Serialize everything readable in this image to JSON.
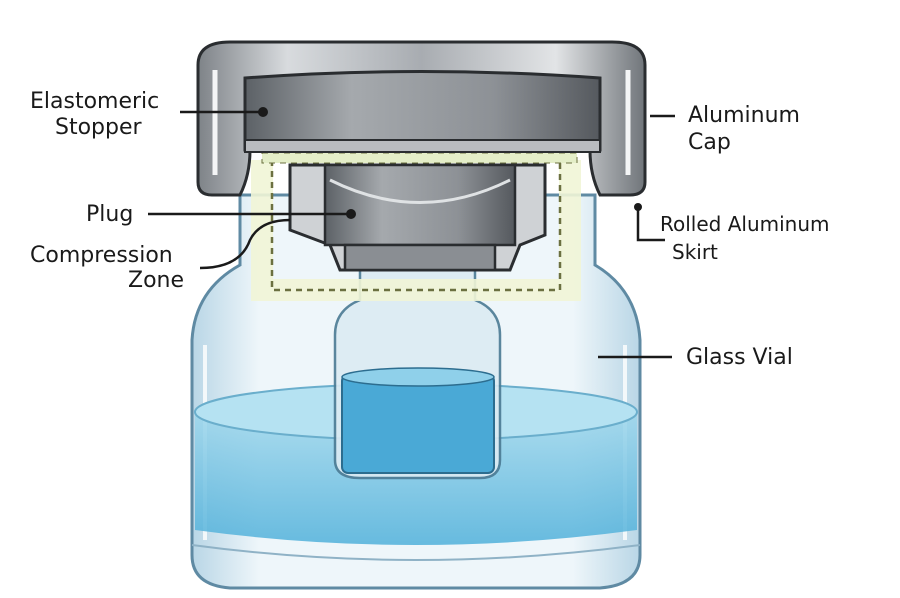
{
  "labels": {
    "stopper_line1": "Elastomeric",
    "stopper_line2": "Stopper",
    "plug": "Plug",
    "compression_line1": "Compression",
    "compression_line2": "Zone",
    "cap_line1": "Aluminum",
    "cap_line2": "Cap",
    "skirt_line1": "Rolled Aluminum",
    "skirt_line2": "Skirt",
    "vial": "Glass Vial"
  },
  "colors": {
    "aluminum": "#a9adb2",
    "stopper": "#8a8e93",
    "glass": "#d6e8f2",
    "liquid": "#6fc0e0",
    "seal": "#eef3cf"
  }
}
